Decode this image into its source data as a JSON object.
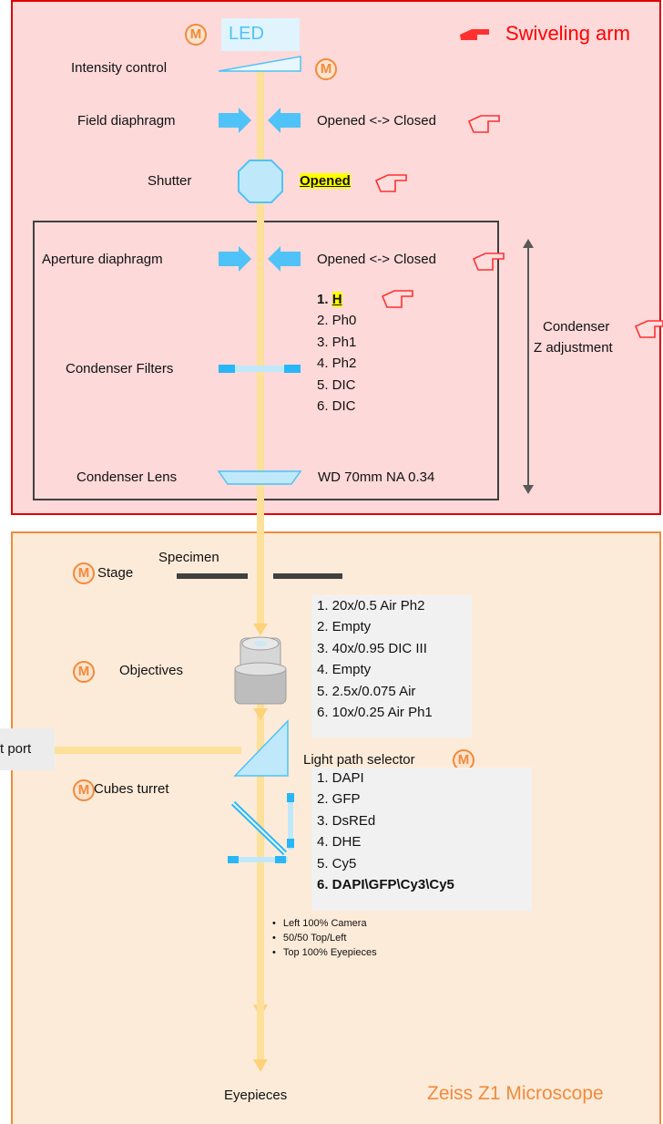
{
  "title": "Zeiss Z1 Microscope",
  "swiveling_arm": {
    "label": "Swiveling arm",
    "icon": "pointing-hand-icon"
  },
  "motor_marker": "M",
  "light_source": "LED",
  "upper_labels": {
    "intensity_control": "Intensity control",
    "field_diaphragm": "Field diaphragm",
    "field_diaphragm_state": "Opened <-> Closed",
    "shutter": "Shutter",
    "shutter_state": "Opened",
    "aperture_diaphragm": "Aperture diaphragm",
    "aperture_diaphragm_state": "Opened <-> Closed",
    "condenser_filters": "Condenser Filters",
    "condenser_lens": "Condenser Lens",
    "condenser_lens_spec": "WD 70mm NA 0.34",
    "condenser_z_line1": "Condenser",
    "condenser_z_line2": "Z adjustment"
  },
  "condenser_filter_options": [
    "1.  H",
    "2.  Ph0",
    "3.  Ph1",
    "4.  Ph2",
    "5.  DIC",
    "6.  DIC"
  ],
  "condenser_filter_selected": 1,
  "lower_labels": {
    "stage": "Stage",
    "specimen": "Specimen",
    "objectives": "Objectives",
    "cubes_turret": "Cubes turret",
    "side_port": "t port",
    "light_path_selector": "Light path selector",
    "eyepieces": "Eyepieces"
  },
  "objective_options": [
    "1.  20x/0.5 Air Ph2",
    "2.  Empty",
    "3.  40x/0.95 DIC III",
    "4.  Empty",
    "5.  2.5x/0.075 Air",
    "6.  10x/0.25 Air Ph1"
  ],
  "cube_options": [
    "1.  DAPI",
    "2.  GFP",
    "3.  DsREd",
    "4.  DHE",
    "5.  Cy5",
    "6.  DAPI\\GFP\\Cy3\\Cy5"
  ],
  "cube_selected": 6,
  "light_path_options": [
    "Left 100% Camera",
    "50/50 Top/Left",
    "Top 100% Eyepieces"
  ],
  "colors": {
    "beam": "#fde09a",
    "optics": "#4fc3f7",
    "arm_border": "#e00000",
    "arm_fill": "#fdd9d9",
    "stand_border": "#f08a3c",
    "stand_fill": "#fdebd9",
    "title": "#f08a3c"
  }
}
